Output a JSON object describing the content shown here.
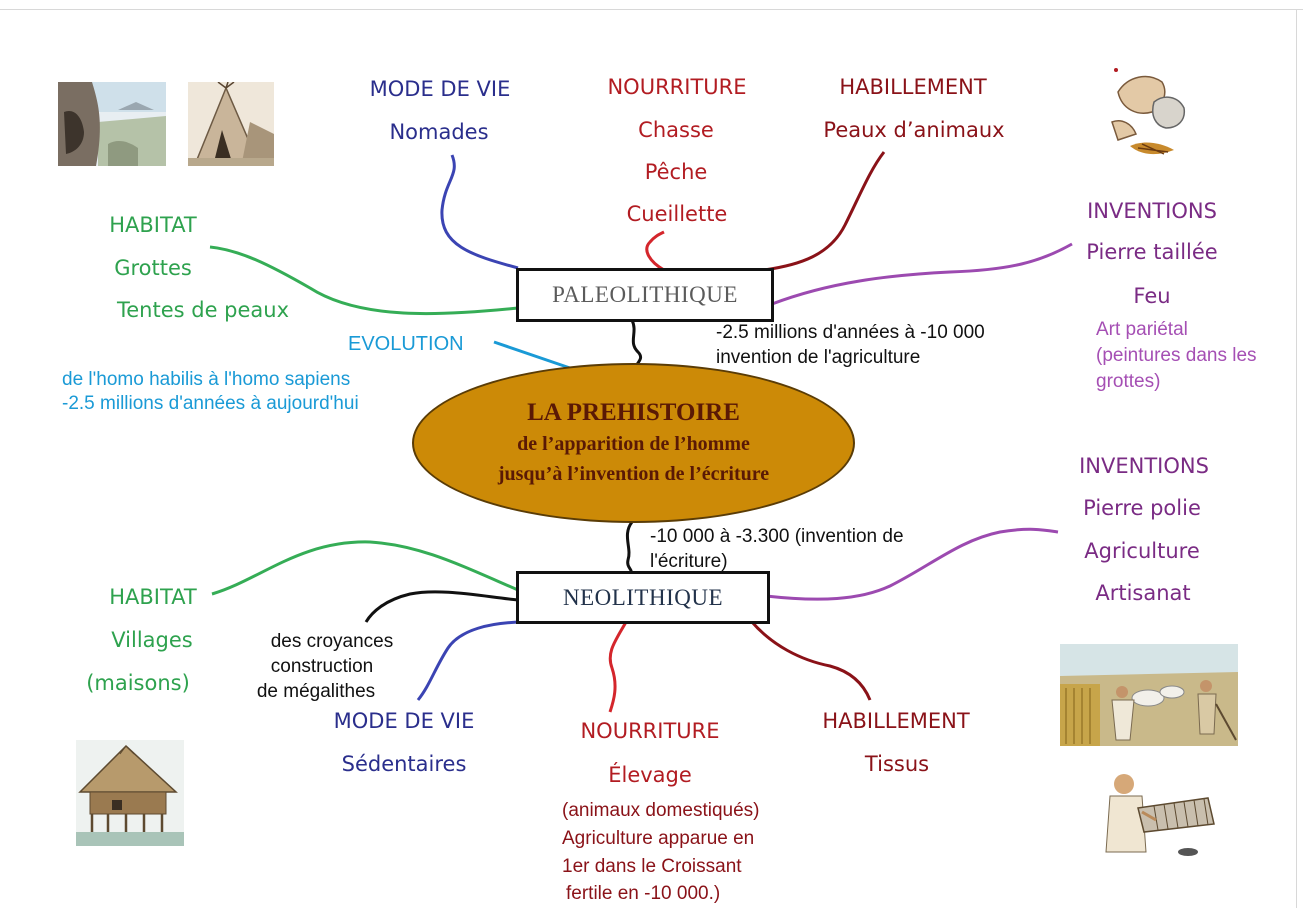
{
  "center": {
    "title": "LA PREHISTOIRE",
    "line1": "de l’apparition de l’homme",
    "line2": "jusqu’à l’invention de l’écriture"
  },
  "evolution": {
    "title": "EVOLUTION",
    "line1": "de l'homo habilis à l'homo sapiens",
    "line2": "-2.5 millions d'années à aujourd'hui"
  },
  "paleolithique": {
    "label": "PALEOLITHIQUE",
    "dates_line1": "-2.5 millions d'années à -10 000",
    "dates_line2": "invention de l'agriculture",
    "mode_de_vie": {
      "title": "MODE DE VIE",
      "items": [
        "Nomades"
      ]
    },
    "nourriture": {
      "title": "NOURRITURE",
      "items": [
        "Chasse",
        "Pêche",
        "Cueillette"
      ]
    },
    "habillement": {
      "title": "HABILLEMENT",
      "items": [
        "Peaux d’animaux"
      ]
    },
    "habitat": {
      "title": "HABITAT",
      "items": [
        "Grottes",
        "Tentes de peaux"
      ]
    },
    "inventions": {
      "title": "INVENTIONS",
      "items": [
        "Pierre taillée",
        "Feu"
      ],
      "art_line1": "Art pariétal",
      "art_line2": "(peintures dans les",
      "art_line3": "grottes)"
    }
  },
  "neolithique": {
    "label": "NEOLITHIQUE",
    "dates_line1": "-10 000 à -3.300 (invention de",
    "dates_line2": "l'écriture)",
    "croyances": [
      "des croyances",
      "construction",
      "de mégalithes"
    ],
    "mode_de_vie": {
      "title": "MODE DE VIE",
      "items": [
        "Sédentaires"
      ]
    },
    "nourriture": {
      "title": "NOURRITURE",
      "items": [
        "Élevage"
      ],
      "notes": [
        "(animaux domestiqués)",
        "Agriculture apparue en",
        "1er  dans le Croissant",
        "fertile en -10 000.)"
      ]
    },
    "habillement": {
      "title": "HABILLEMENT",
      "items": [
        "Tissus"
      ]
    },
    "habitat": {
      "title": "HABITAT",
      "items": [
        "Villages",
        "(maisons)"
      ]
    },
    "inventions": {
      "title": "INVENTIONS",
      "items": [
        "Pierre polie",
        "Agriculture",
        "Artisanat"
      ]
    }
  },
  "colors": {
    "center_fill": "#cc8a07",
    "center_text": "#5a1905",
    "mode_de_vie": "#2a2e8c",
    "nourriture": "#b21c22",
    "habillement": "#8a1218",
    "habitat": "#2ea24e",
    "inventions": "#7a2b84",
    "evolution": "#1a9ad6"
  },
  "illustrations": [
    "cave-illustration",
    "tent-illustration",
    "flint-knapping-illustration",
    "stilt-house-illustration",
    "farming-illustration",
    "weaving-illustration"
  ]
}
